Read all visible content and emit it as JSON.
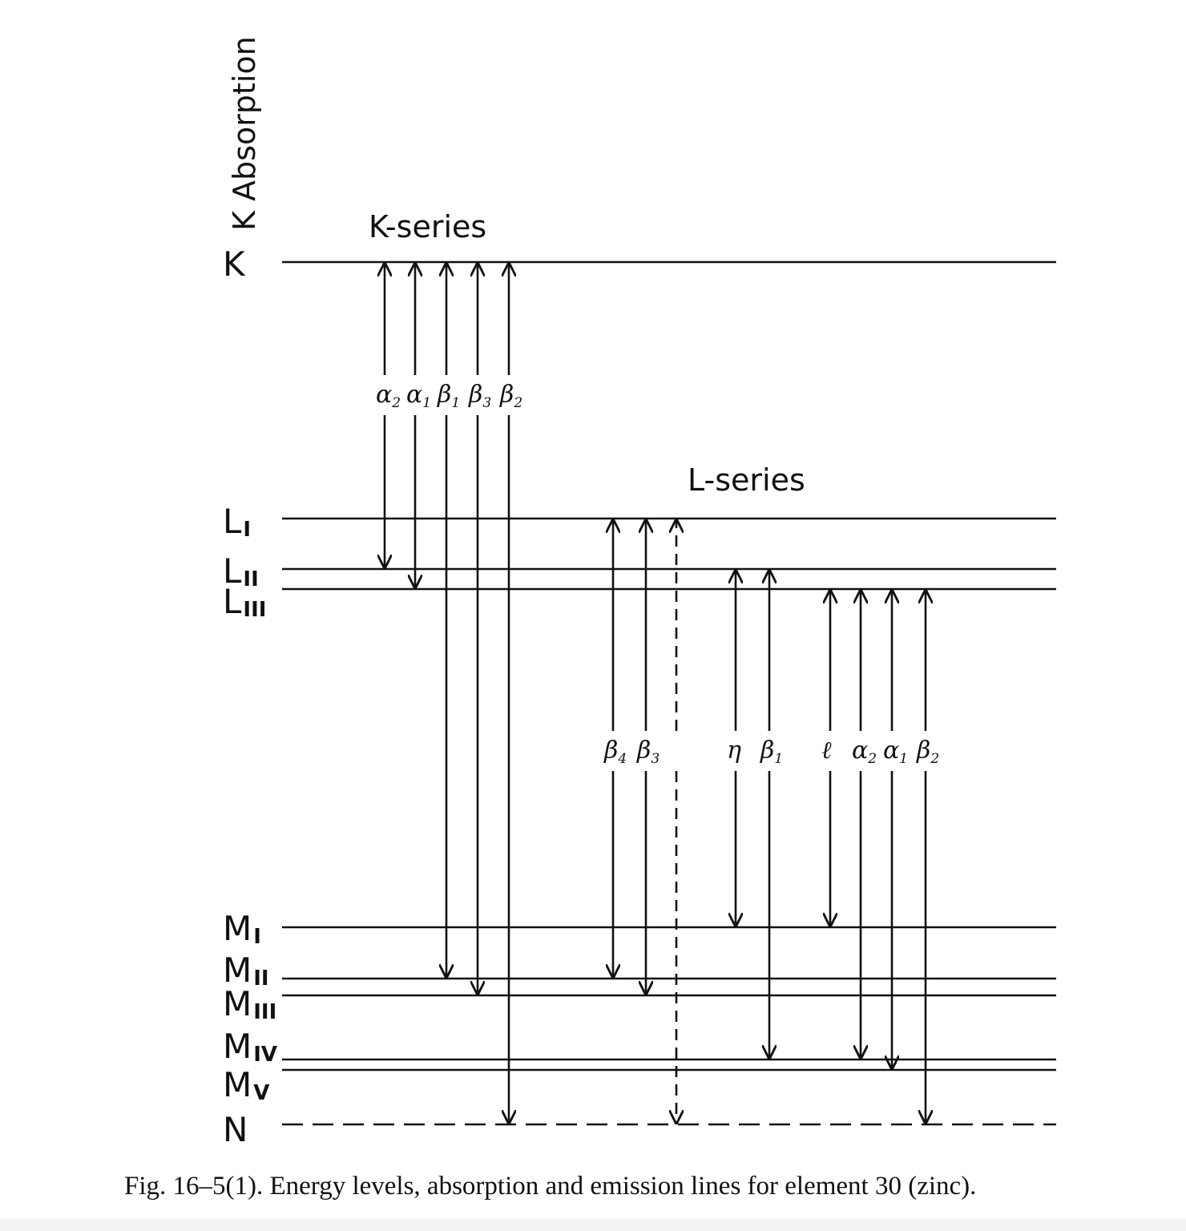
{
  "figure": {
    "absorption_label": "K Absorption",
    "caption": "Fig. 16–5(1). Energy levels, absorption and emission lines for element 30 (zinc)."
  },
  "series_titles": {
    "k": "K-series",
    "l": "L-series"
  },
  "levels": [
    {
      "id": "K",
      "main": "K",
      "sub": ""
    },
    {
      "id": "LI",
      "main": "L",
      "sub": "I"
    },
    {
      "id": "LII",
      "main": "L",
      "sub": "II"
    },
    {
      "id": "LIII",
      "main": "L",
      "sub": "III"
    },
    {
      "id": "MI",
      "main": "M",
      "sub": "I"
    },
    {
      "id": "MII",
      "main": "M",
      "sub": "II"
    },
    {
      "id": "MIII",
      "main": "M",
      "sub": "III"
    },
    {
      "id": "MIV",
      "main": "M",
      "sub": "IV"
    },
    {
      "id": "MV",
      "main": "M",
      "sub": "V"
    },
    {
      "id": "N",
      "main": "N",
      "sub": ""
    }
  ],
  "k_series": [
    {
      "sym": "α",
      "idx": "2",
      "upper": "K",
      "lower": "LII"
    },
    {
      "sym": "α",
      "idx": "1",
      "upper": "K",
      "lower": "LIII"
    },
    {
      "sym": "β",
      "idx": "1",
      "upper": "K",
      "lower": "MII"
    },
    {
      "sym": "β",
      "idx": "3",
      "upper": "K",
      "lower": "MIII"
    },
    {
      "sym": "β",
      "idx": "2",
      "upper": "K",
      "lower": "N"
    }
  ],
  "l_series": [
    {
      "sym": "β",
      "idx": "4",
      "upper": "LI",
      "lower": "MII"
    },
    {
      "sym": "β",
      "idx": "3",
      "upper": "LI",
      "lower": "MIII"
    },
    {
      "sym": "",
      "idx": "",
      "upper": "LI",
      "lower": "N",
      "dashed": true
    },
    {
      "sym": "η",
      "idx": "",
      "upper": "LII",
      "lower": "MI"
    },
    {
      "sym": "β",
      "idx": "1",
      "upper": "LII",
      "lower": "MIV"
    },
    {
      "sym": "ℓ",
      "idx": "",
      "upper": "LIII",
      "lower": "MI"
    },
    {
      "sym": "α",
      "idx": "2",
      "upper": "LIII",
      "lower": "MIV"
    },
    {
      "sym": "α",
      "idx": "1",
      "upper": "LIII",
      "lower": "MV"
    },
    {
      "sym": "β",
      "idx": "2",
      "upper": "LIII",
      "lower": "N"
    }
  ]
}
